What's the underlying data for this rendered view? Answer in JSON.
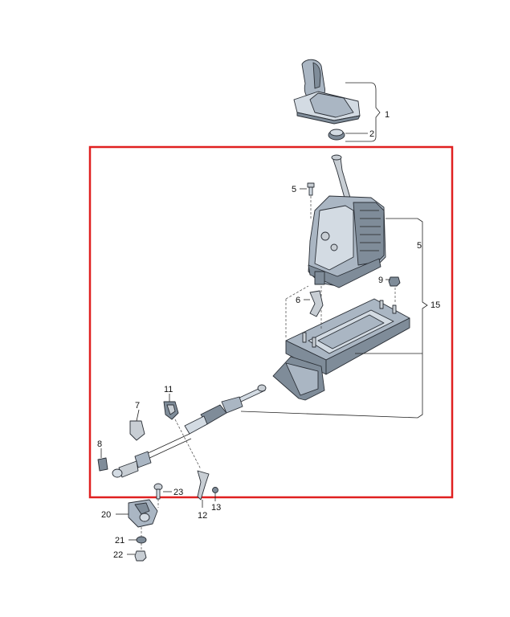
{
  "callouts": {
    "c1": "1",
    "c2": "2",
    "c5a": "5",
    "c5b": "5",
    "c6": "6",
    "c7": "7",
    "c8": "8",
    "c9": "9",
    "c11": "11",
    "c12": "12",
    "c13": "13",
    "c15": "15",
    "c20": "20",
    "c21": "21",
    "c22": "22",
    "c23": "23"
  },
  "colors": {
    "highlight_frame": "#e02020",
    "part_fill": "#aab6c3",
    "part_dark": "#7f8c99",
    "line": "#222222"
  }
}
